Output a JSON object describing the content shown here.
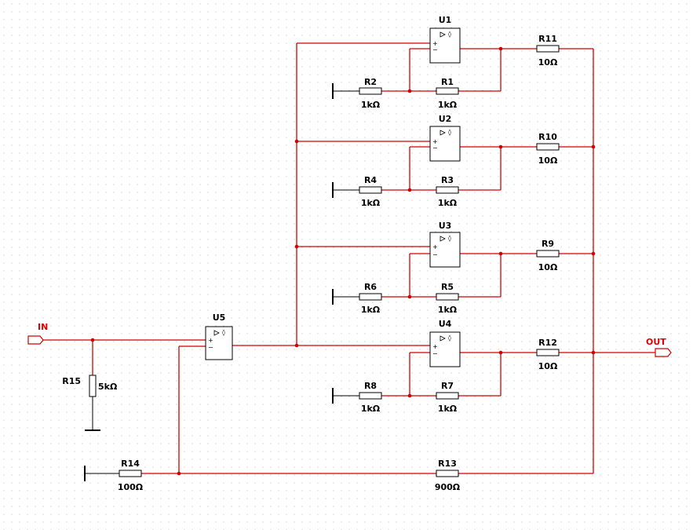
{
  "ports": {
    "input": {
      "label": "IN"
    },
    "output": {
      "label": "OUT"
    }
  },
  "opamps": [
    {
      "id": "U1"
    },
    {
      "id": "U2"
    },
    {
      "id": "U3"
    },
    {
      "id": "U4"
    },
    {
      "id": "U5"
    }
  ],
  "resistors": [
    {
      "id": "R1",
      "value": "1kΩ"
    },
    {
      "id": "R2",
      "value": "1kΩ"
    },
    {
      "id": "R3",
      "value": "1kΩ"
    },
    {
      "id": "R4",
      "value": "1kΩ"
    },
    {
      "id": "R5",
      "value": "1kΩ"
    },
    {
      "id": "R6",
      "value": "1kΩ"
    },
    {
      "id": "R7",
      "value": "1kΩ"
    },
    {
      "id": "R8",
      "value": "1kΩ"
    },
    {
      "id": "R9",
      "value": "10Ω"
    },
    {
      "id": "R10",
      "value": "10Ω"
    },
    {
      "id": "R11",
      "value": "10Ω"
    },
    {
      "id": "R12",
      "value": "10Ω"
    },
    {
      "id": "R13",
      "value": "900Ω"
    },
    {
      "id": "R14",
      "value": "100Ω"
    },
    {
      "id": "R15",
      "value": "5kΩ"
    }
  ],
  "colors": {
    "wire": "#d20000",
    "component": "#000000",
    "grid_dot": "#b4b4b4",
    "port_label": "#e00000"
  }
}
